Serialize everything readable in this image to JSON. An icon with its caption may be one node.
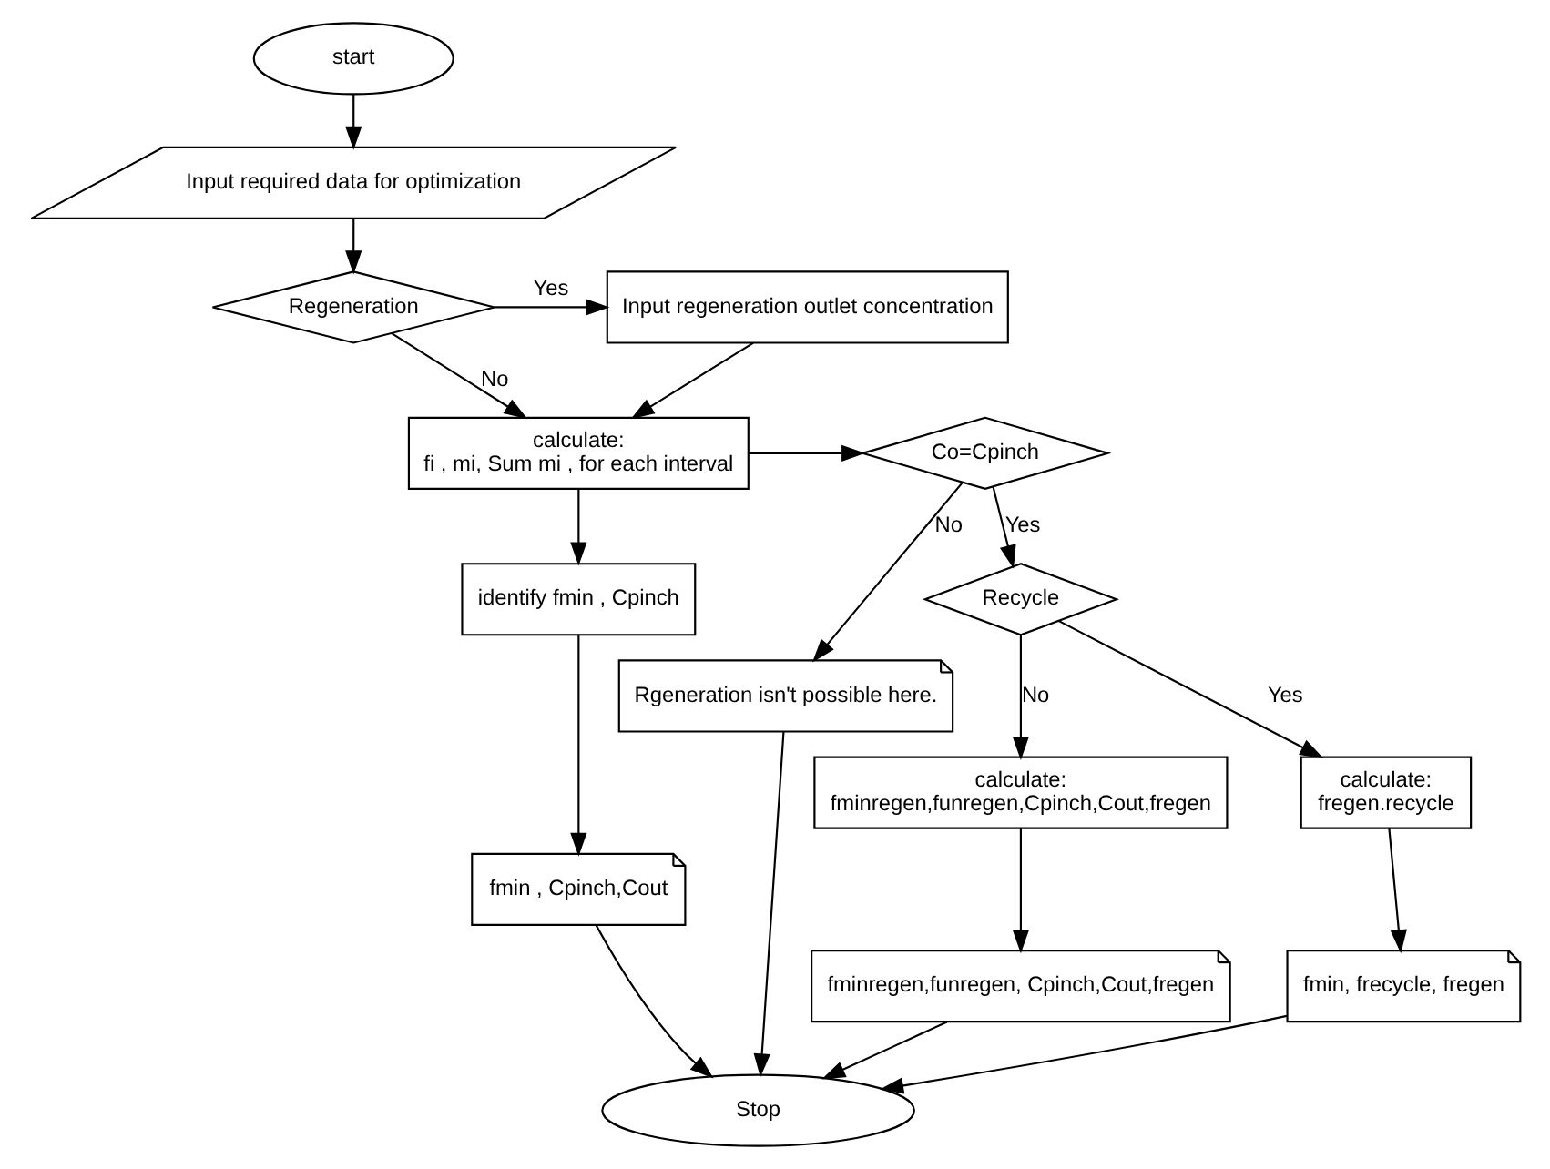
{
  "diagram": {
    "nodes": [
      {
        "text": [
          "start"
        ]
      },
      {
        "text": [
          "Input required data for optimization"
        ]
      },
      {
        "text": [
          "Regeneration"
        ]
      },
      {
        "text": [
          "Input regeneration outlet concentration"
        ]
      },
      {
        "text": [
          "calculate:",
          "fi , mi, Sum mi , for each interval"
        ]
      },
      {
        "text": [
          "Co=Cpinch"
        ]
      },
      {
        "text": [
          "Rgeneration isn't possible here."
        ]
      },
      {
        "text": [
          "identify fmin , Cpinch"
        ]
      },
      {
        "text": [
          "Recycle"
        ]
      },
      {
        "text": [
          "calculate:",
          "fminregen,funregen,Cpinch,Cout,fregen"
        ]
      },
      {
        "text": [
          "calculate:",
          "fregen.recycle"
        ]
      },
      {
        "text": [
          "fmin , Cpinch,Cout"
        ]
      },
      {
        "text": [
          "fminregen,funregen, Cpinch,Cout,fregen"
        ]
      },
      {
        "text": [
          "fmin, frecycle, fregen"
        ]
      },
      {
        "text": [
          "Stop"
        ]
      }
    ],
    "edges": [
      {
        "from": 0,
        "to": 1,
        "arrow": "to"
      },
      {
        "from": 1,
        "to": 2,
        "arrow": "to"
      },
      {
        "from": 2,
        "to": 3,
        "arrow": "to",
        "label": "Yes"
      },
      {
        "from": 2,
        "to": 4,
        "arrow": "to",
        "label": "No"
      },
      {
        "from": 3,
        "to": 4,
        "arrow": "to"
      },
      {
        "from": 4,
        "to": 5,
        "arrow": "to"
      },
      {
        "from": 5,
        "to": 6,
        "arrow": "to",
        "label": "No"
      },
      {
        "from": 5,
        "to": 8,
        "arrow": "to",
        "label": "Yes"
      },
      {
        "from": 4,
        "to": 7,
        "arrow": "to"
      },
      {
        "from": 7,
        "to": 11,
        "arrow": "to"
      },
      {
        "from": 8,
        "to": 9,
        "arrow": "to",
        "label": "No"
      },
      {
        "from": 8,
        "to": 10,
        "arrow": "to",
        "label": "Yes"
      },
      {
        "from": 9,
        "to": 12,
        "arrow": "to"
      },
      {
        "from": 10,
        "to": 13,
        "arrow": "to"
      },
      {
        "from": 11,
        "to": 14,
        "arrow": "to"
      },
      {
        "from": 12,
        "to": 14,
        "arrow": "to"
      },
      {
        "from": 13,
        "to": 14,
        "arrow": "to"
      },
      {
        "from": 6,
        "to": 14,
        "arrow": "to"
      }
    ]
  }
}
